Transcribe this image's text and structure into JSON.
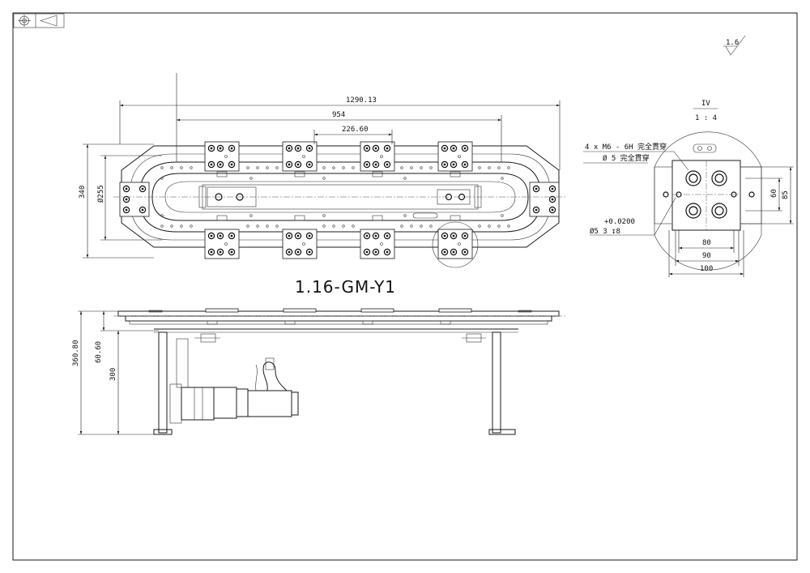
{
  "drawing": {
    "title": "1.16-GM-Y1",
    "surface_finish": "1.6",
    "top_view": {
      "dim_overall_length": "1290.13",
      "dim_pulley_centers": "954",
      "dim_carrier_pitch": "226.60",
      "dim_overall_width": "340",
      "dim_track_diameter": "Ø255"
    },
    "side_view": {
      "dim_total_height": "360.80",
      "dim_top_thickness": "60.60",
      "dim_frame_height": "300"
    },
    "detail_view": {
      "label": "IV",
      "scale": "1 : 4",
      "note_thread": "4 x  M6 - 6H 完全貫穿",
      "note_thru": "Ø 5 完全貫穿",
      "tolerance": "+0.0200",
      "pin_hole": "Ø5   3     ↧8",
      "dim_60": "60",
      "dim_85": "85",
      "dim_80": "80",
      "dim_90": "90",
      "dim_100": "100"
    }
  }
}
